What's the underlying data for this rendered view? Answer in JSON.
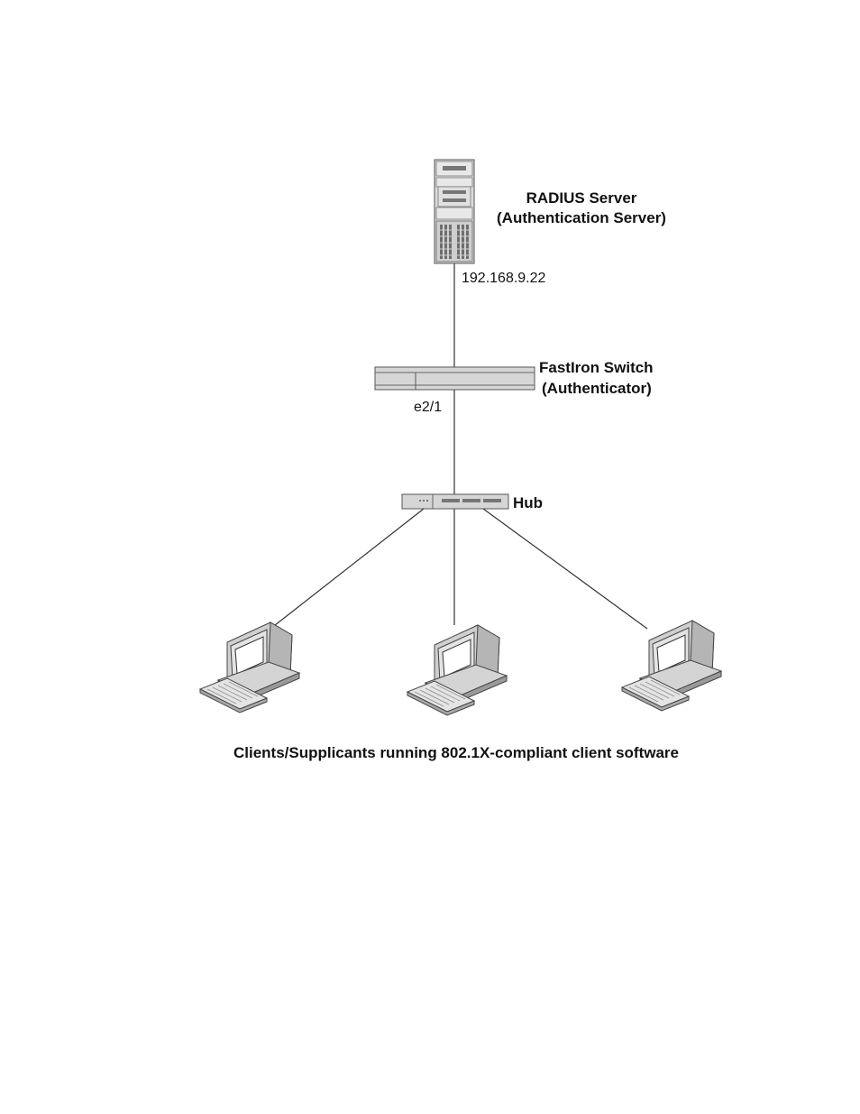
{
  "server": {
    "label_line1": "RADIUS Server",
    "label_line2": "(Authentication Server)",
    "ip": "192.168.9.22"
  },
  "switch": {
    "label_line1": "FastIron Switch",
    "label_line2": "(Authenticator)",
    "port": "e2/1"
  },
  "hub": {
    "label": "Hub"
  },
  "clients": {
    "caption": "Clients/Supplicants running 802.1X-compliant client software",
    "count": 3
  },
  "colors": {
    "device_fill": "#d9d9d9",
    "device_dark": "#8a8a8a",
    "line": "#333333",
    "screen": "#ffffff"
  }
}
